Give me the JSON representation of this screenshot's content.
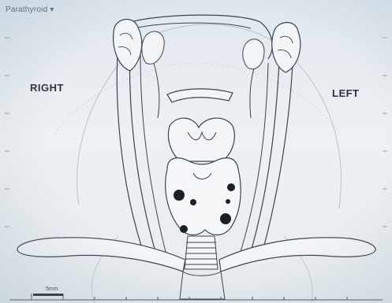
{
  "header": {
    "title": "Parathyroid ▾"
  },
  "orientation": {
    "right_label": "RIGHT",
    "left_label": "LEFT"
  },
  "scale_bar": {
    "label": "5mm"
  },
  "colors": {
    "background": "#7fc3dd",
    "paper": "#eef1f3",
    "line": "#3b4452",
    "marker": "#1c1f26"
  },
  "markers": {
    "count": 6
  }
}
